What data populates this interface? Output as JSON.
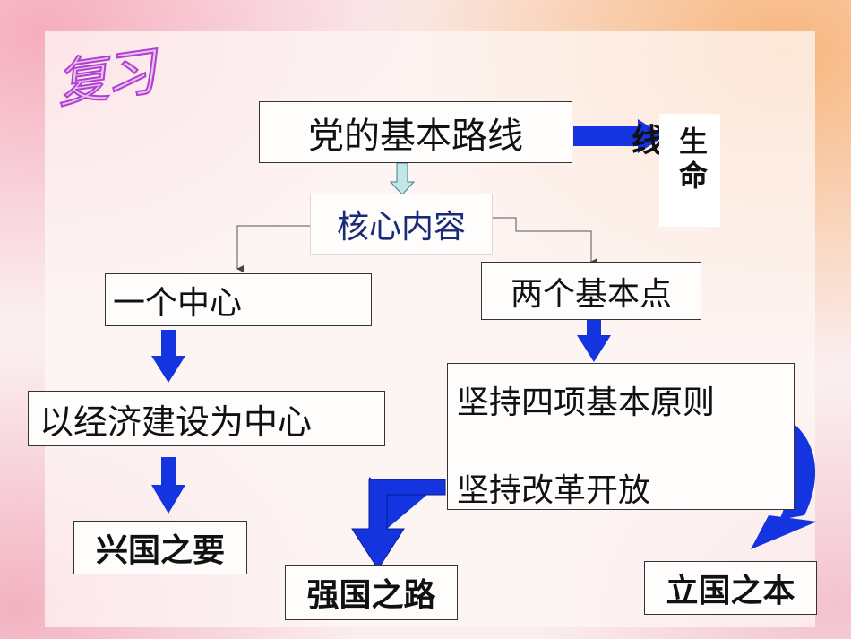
{
  "title": "复习",
  "main_node": "党的基本路线",
  "lifeline": {
    "line": "线",
    "life_top": "生",
    "life_bottom": "命"
  },
  "core": "核心内容",
  "left": {
    "center": "一个中心",
    "economy": "以经济建设为中心",
    "result": "兴国之要"
  },
  "right": {
    "points": "两个基本点",
    "principles": "坚持四项基本原则",
    "reform": "坚持改革开放",
    "result_left": "强国之路",
    "result_right": "立国之本"
  },
  "colors": {
    "arrow": "#1434e0",
    "title": "#c040d8",
    "core_text": "#1a2a7a"
  }
}
